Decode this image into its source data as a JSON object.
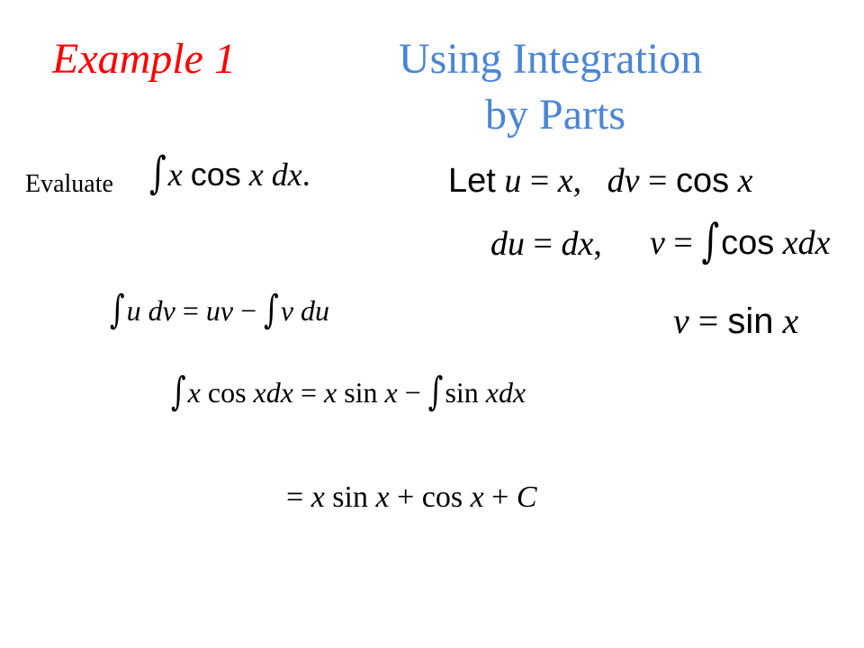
{
  "title": {
    "example": "Example 1",
    "topic_line1": "Using Integration",
    "topic_line2": "by Parts"
  },
  "problem": {
    "label": "Evaluate",
    "integral": "∫ x cos x dx."
  },
  "substitution": {
    "let_line": "Let u = x,   dv = cos x",
    "du_line": "du = dx,",
    "v_integral": "v = ∫ cos x dx",
    "v_result": "v = sin x"
  },
  "steps": {
    "formula": "∫ u dv = uv − ∫ v du",
    "applied": "∫ x cos x dx = x sin x − ∫ sin x dx",
    "result": "= x sin x + cos x + C"
  },
  "colors": {
    "example": "#FF0000",
    "topic": "#4A86D4",
    "text": "#000000",
    "background": "#FFFFFF"
  }
}
